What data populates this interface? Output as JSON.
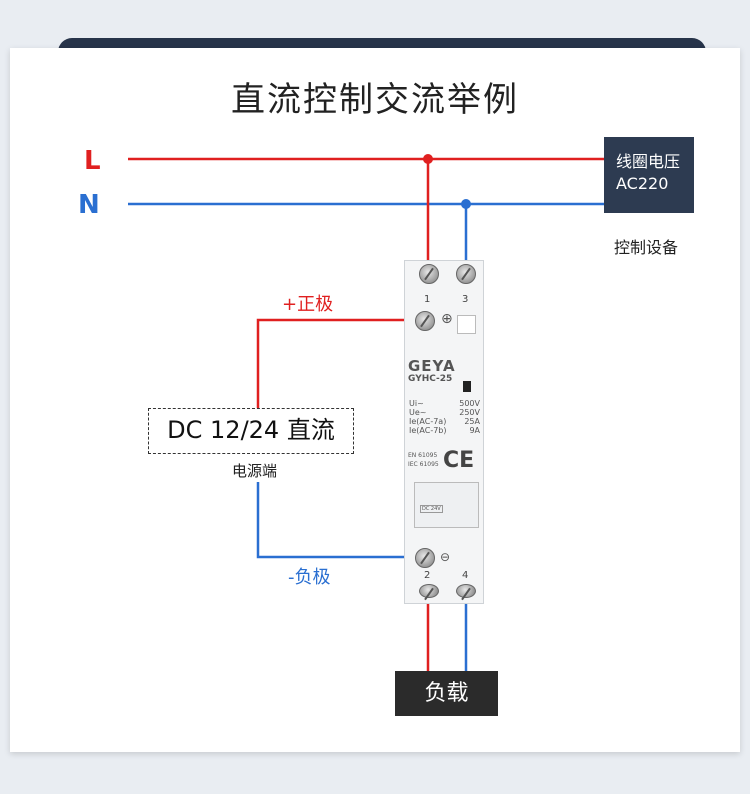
{
  "title": "直流控制交流举例",
  "lines": {
    "l": "L",
    "n": "N"
  },
  "coil": {
    "line1": "线圈电压",
    "line2": "AC220"
  },
  "control_device": "控制设备",
  "polarity": {
    "positive": "+正极",
    "negative": "-负极"
  },
  "dc_source": {
    "label": "DC 12/24 直流",
    "caption": "电源端"
  },
  "load": "负载",
  "device": {
    "brand": "GEYA",
    "model": "GYHC-25",
    "terminals": {
      "t1": "1",
      "t3": "3",
      "t2": "2",
      "t4": "4"
    },
    "specs_left": "Ui~\nUe~\nIe(AC-7a)\nIe(AC-7b)",
    "specs_right": "500V\n250V\n25A\n9A",
    "standards": "EN 61095\nIEC 61095",
    "ce": "CE",
    "panel_dc": "DC 24V"
  },
  "colors": {
    "live": "#e02020",
    "neutral": "#2a6fd1",
    "dark_box": "#2d3b51"
  }
}
